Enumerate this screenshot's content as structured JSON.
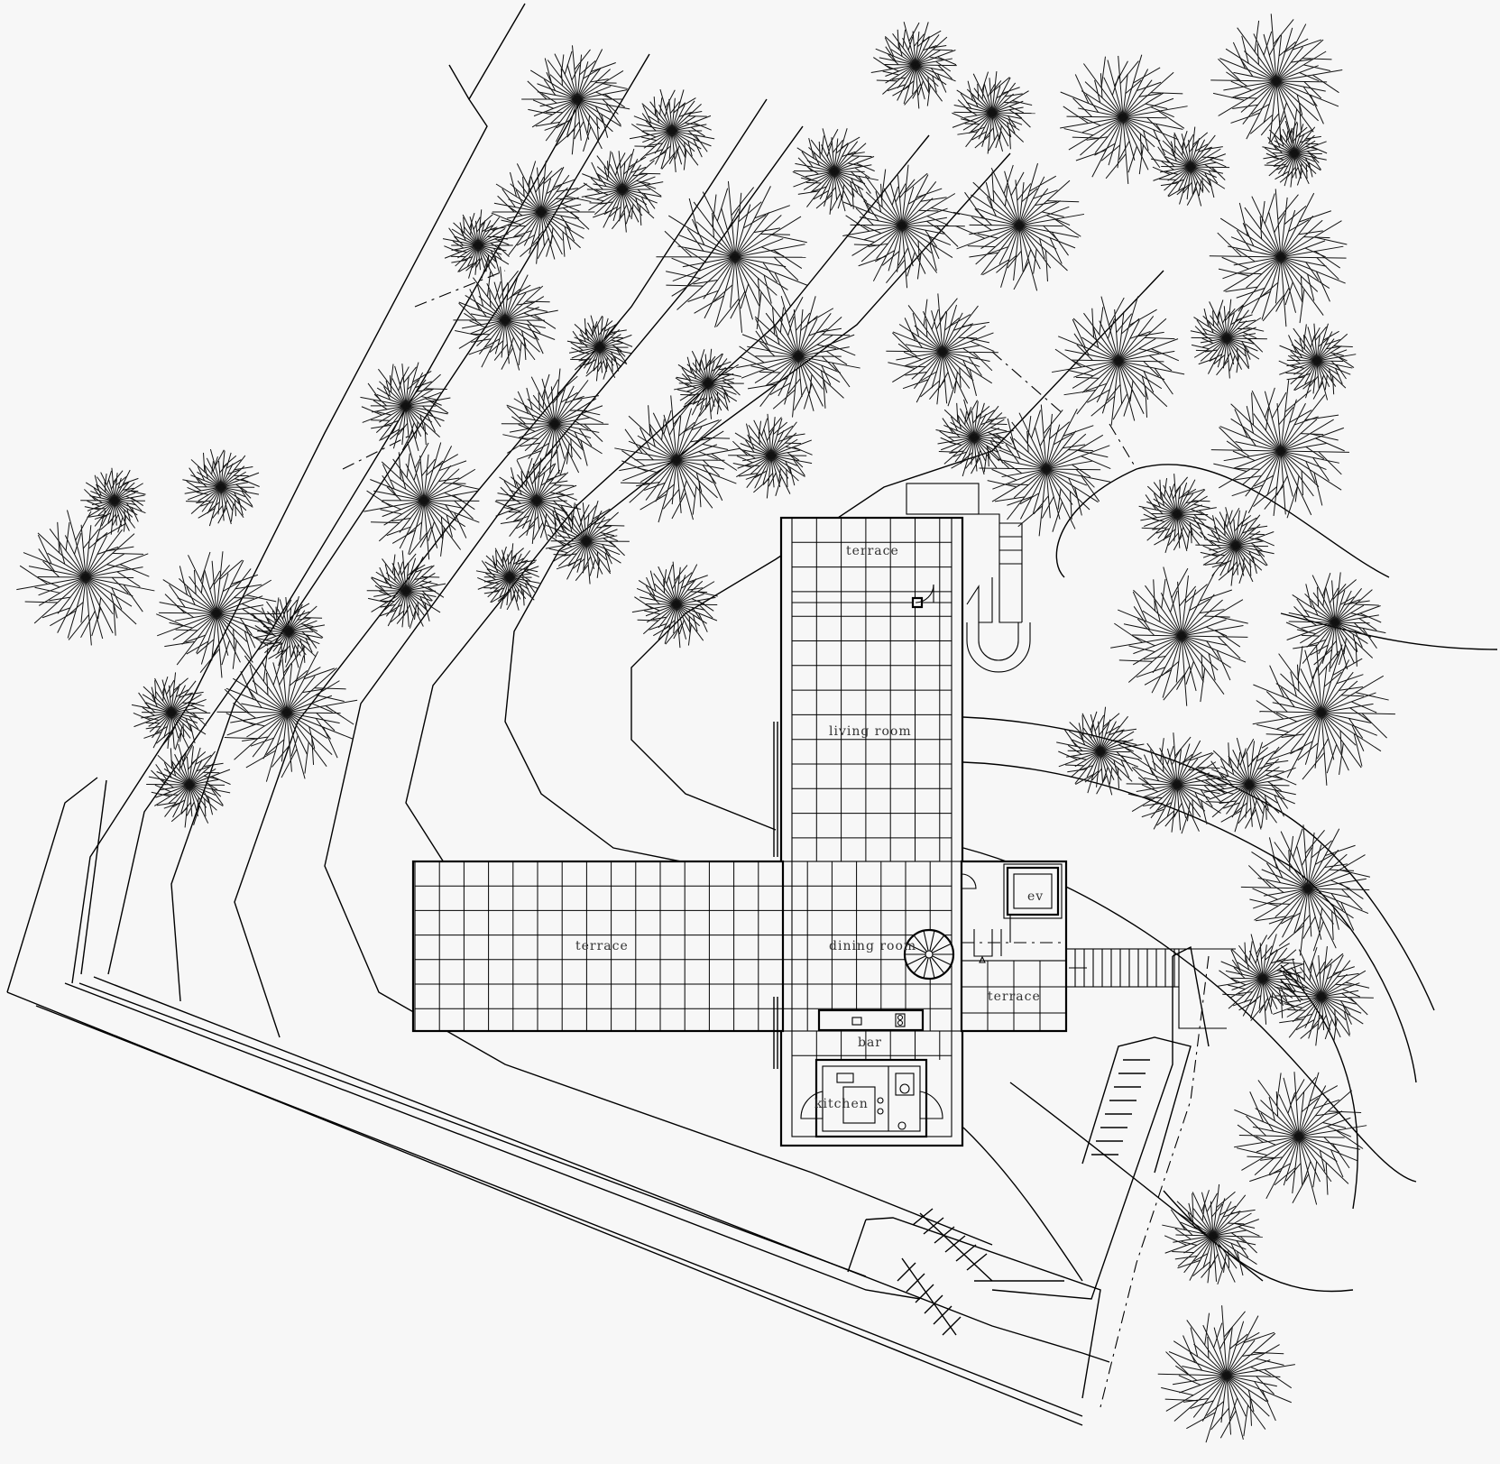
{
  "rooms": {
    "terrace_north": "terrace",
    "living_room": "living room",
    "terrace_west": "terrace",
    "dining_room": "dining room",
    "ev": "ev",
    "terrace_east": "terrace",
    "bar": "bar",
    "kitchen": "kitchen"
  },
  "colors": {
    "background": "#f7f7f7",
    "ink": "#000000"
  },
  "icons": [
    "tree-symbol",
    "spiral-stair",
    "door-swing",
    "stair-run"
  ]
}
